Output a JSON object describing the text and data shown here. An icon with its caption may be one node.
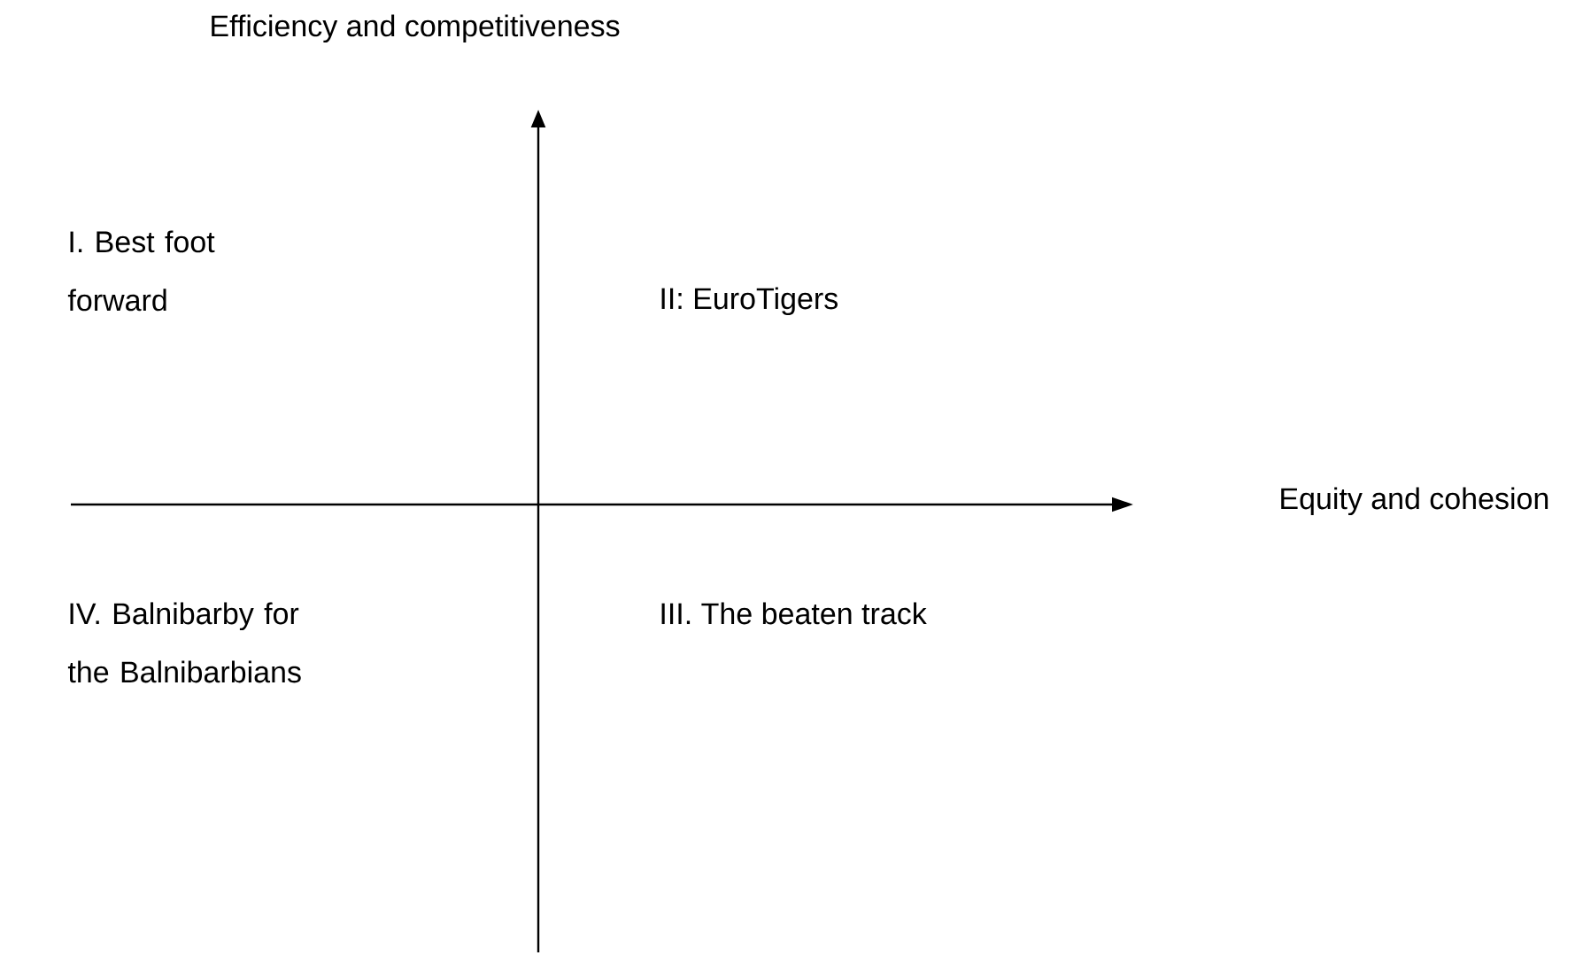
{
  "diagram": {
    "labels": [
      "Efficiency and competitiveness",
      "I. Best foot forward",
      "II: EuroTigers",
      "Equity and cohesion",
      "IV. Balnibarby for the Balnibarbians",
      "III. The beaten track"
    ]
  }
}
